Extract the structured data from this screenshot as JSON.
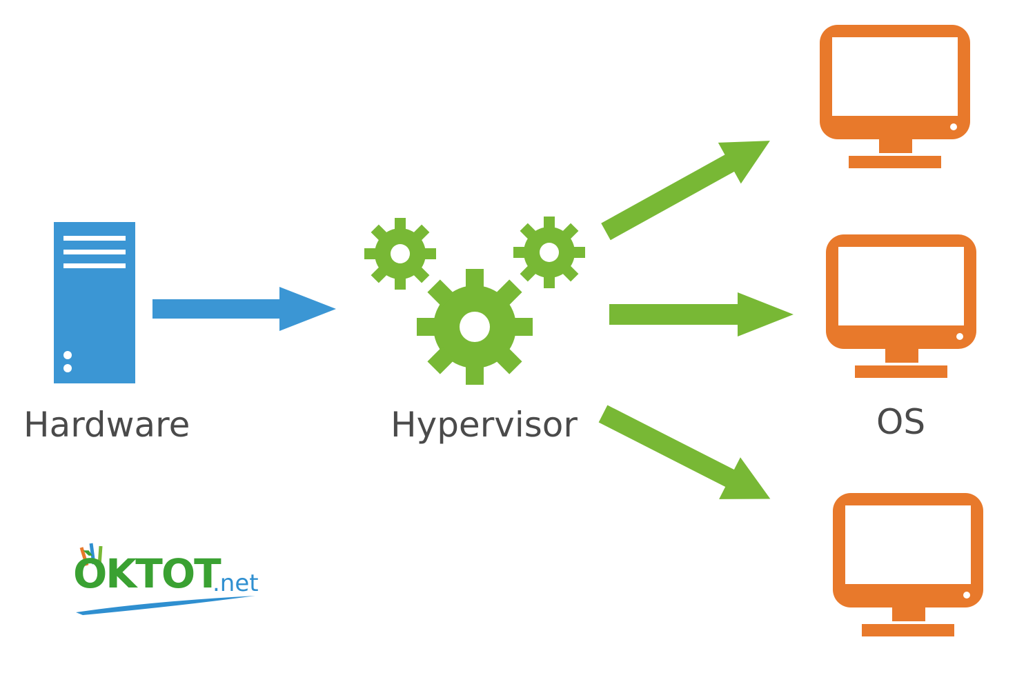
{
  "labels": {
    "hardware": "Hardware",
    "hypervisor": "Hypervisor",
    "os": "OS"
  },
  "logo": {
    "name": "ÒKTOT",
    "suffix": ".net"
  },
  "icons": {
    "hardware": "server-icon",
    "hypervisor": "gears-icon",
    "os": "monitor-icon"
  },
  "colors": {
    "hardware": "#3b96d4",
    "hypervisor": "#78b835",
    "os": "#e8792b",
    "text": "#4a4a4a"
  }
}
